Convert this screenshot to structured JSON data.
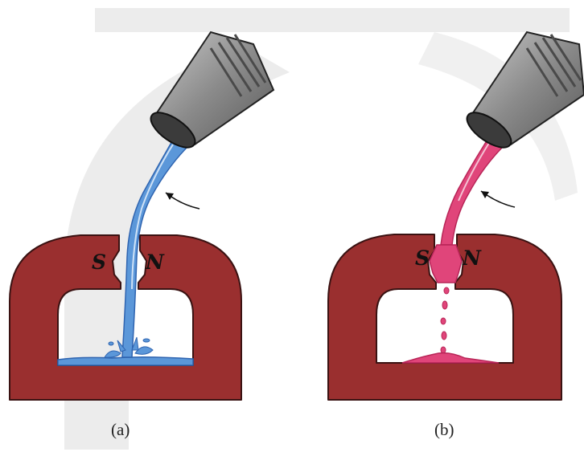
{
  "panels": [
    {
      "caption": "(a)",
      "left_pole": "S",
      "right_pole": "N",
      "liquid_color": "#5b97d9",
      "liquid_dark": "#2f64b0"
    },
    {
      "caption": "(b)",
      "left_pole": "S",
      "right_pole": "N",
      "liquid_color": "#e0457a",
      "liquid_dark": "#b82557"
    }
  ],
  "colors": {
    "magnet": "#9a2f2f",
    "magnet_edge": "#3a1212",
    "bottle": "#8b8b8b",
    "watermark": "#ececec"
  }
}
